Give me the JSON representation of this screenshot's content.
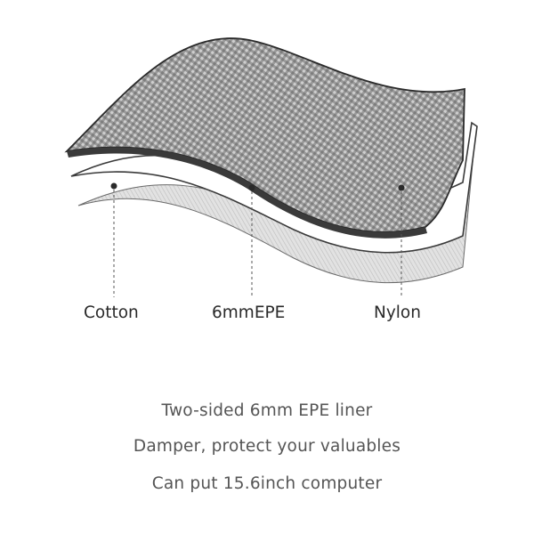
{
  "layers": [
    {
      "name": "Cotton"
    },
    {
      "name": "6mmEPE"
    },
    {
      "name": "Nylon"
    }
  ],
  "captions": [
    "Two-sided 6mm EPE liner",
    "Damper, protect your valuables",
    "Can put 15.6inch computer"
  ],
  "colors": {
    "nylon_fill": "#9a9a9a",
    "nylon_weave": "#cfcfcf",
    "cotton_fill": "#dcdcdc",
    "outline": "#3a3a3a",
    "label_text": "#2a2a2a",
    "caption_text": "#555555"
  }
}
